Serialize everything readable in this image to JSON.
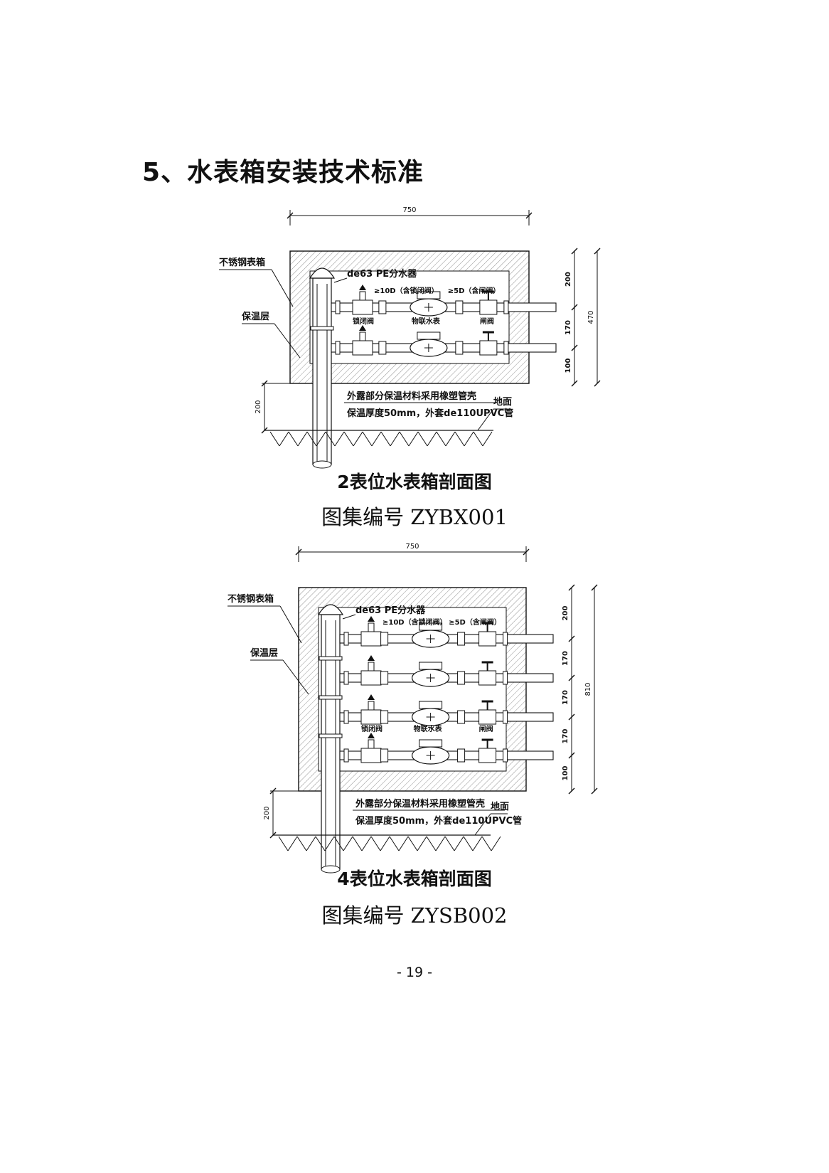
{
  "page": {
    "heading": "5、水表箱安装技术标准",
    "page_number": "- 19 -"
  },
  "drawings": [
    {
      "dims": {
        "width": "750",
        "total": "470",
        "rows": [
          "200",
          "170",
          "100"
        ],
        "ground": "200"
      },
      "labels": {
        "box": "不锈钢表箱",
        "insulation": "保温层",
        "manifold": "de63 PE分水器",
        "upstream_note": "≥10D（含锁闭阀）",
        "downstream_note": "≥5D（含闸阀）",
        "lock_valve": "锁闭阀",
        "meter": "物联水表",
        "gate_valve": "闸阀",
        "note_line1": "外露部分保温材料采用橡塑管壳",
        "note_line2": "保温厚度50mm，外套de110UPVC管",
        "ground": "地面"
      },
      "caption": "2表位水表箱剖面图",
      "code": "图集编号 ZYBX001"
    },
    {
      "dims": {
        "width": "750",
        "total": "810",
        "rows": [
          "200",
          "170",
          "170",
          "170",
          "100"
        ],
        "ground": "200"
      },
      "labels": {
        "box": "不锈钢表箱",
        "insulation": "保温层",
        "manifold": "de63 PE分水器",
        "upstream_note": "≥10D（含锁闭阀）",
        "downstream_note": "≥5D（含闸阀）",
        "lock_valve": "锁闭阀",
        "meter": "物联水表",
        "gate_valve": "闸阀",
        "note_line1": "外露部分保温材料采用橡塑管壳",
        "note_line2": "保温厚度50mm，外套de110UPVC管",
        "ground": "地面"
      },
      "caption": "4表位水表箱剖面图",
      "code": "图集编号 ZYSB002"
    }
  ]
}
